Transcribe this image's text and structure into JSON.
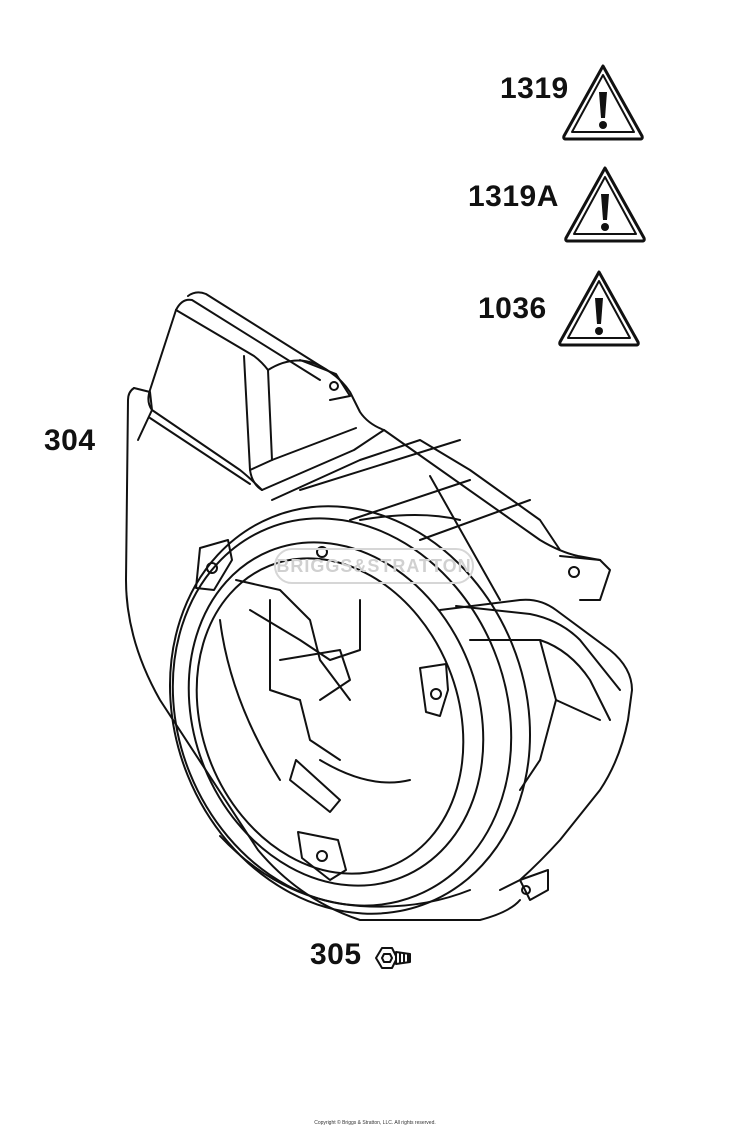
{
  "callouts": {
    "part_1319": "1319",
    "part_1319a": "1319A",
    "part_1036": "1036",
    "part_304": "304",
    "part_305": "305"
  },
  "watermark": "BRIGGS&STRATTON",
  "copyright": "Copyright © Briggs & Stratton, LLC. All rights reserved."
}
